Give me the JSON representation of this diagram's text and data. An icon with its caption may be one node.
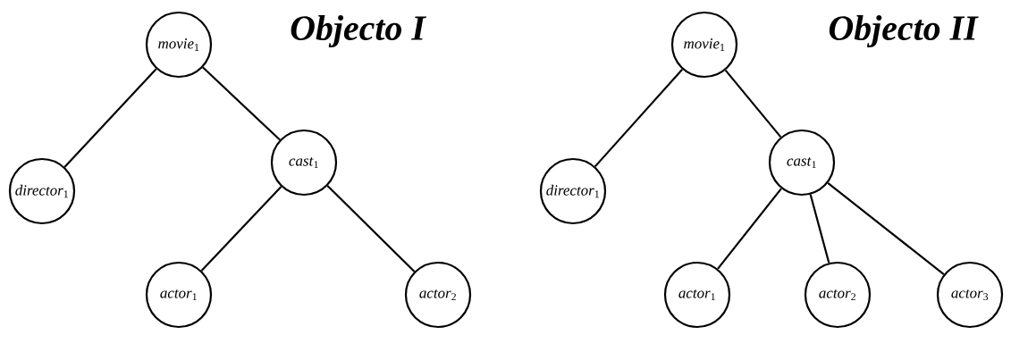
{
  "diagram": {
    "nodes": [
      {
        "text": [
          "*movie*$_{1}$"
        ]
      },
      {
        "text": [
          "*director*$_{1}$"
        ]
      },
      {
        "text": [
          "*cast*$_{1}$"
        ]
      },
      {
        "text": [
          "*actor*$_{1}$"
        ]
      },
      {
        "text": [
          "*actor*$_{2}$"
        ]
      },
      {
        "text": [
          "*movie*$_{1}$"
        ]
      },
      {
        "text": [
          "*director*$_{1}$"
        ]
      },
      {
        "text": [
          "*cast*$_{1}$"
        ]
      },
      {
        "text": [
          "*actor*$_{1}$"
        ]
      },
      {
        "text": [
          "*actor*$_{2}$"
        ]
      },
      {
        "text": [
          "*actor*$_{3}$"
        ]
      }
    ],
    "edges": [
      {
        "from": 0,
        "to": 1,
        "arrow": "none"
      },
      {
        "from": 0,
        "to": 2,
        "arrow": "none"
      },
      {
        "from": 2,
        "to": 3,
        "arrow": "none"
      },
      {
        "from": 2,
        "to": 4,
        "arrow": "none"
      },
      {
        "from": 5,
        "to": 6,
        "arrow": "none"
      },
      {
        "from": 5,
        "to": 7,
        "arrow": "none"
      },
      {
        "from": 7,
        "to": 8,
        "arrow": "none"
      },
      {
        "from": 7,
        "to": 9,
        "arrow": "none"
      },
      {
        "from": 7,
        "to": 10,
        "arrow": "none"
      }
    ],
    "labels": [
      "Objecto I",
      "Objecto II"
    ]
  }
}
